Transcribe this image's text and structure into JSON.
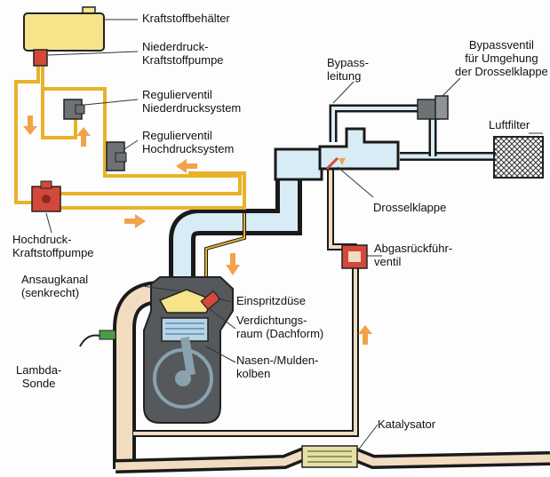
{
  "colors": {
    "fuel_line": "#e8b22a",
    "fuel_tank": "#f6e38a",
    "air_duct": "#d8ecf5",
    "duct_outline": "#1a1a1a",
    "exhaust": "#f2dcc0",
    "engine_block": "#55595c",
    "piston": "#b8d4e6",
    "pump_red": "#d3483a",
    "valve_gray": "#6d7275",
    "arrow_orange": "#f2a34a"
  },
  "icons": [
    "fuel-tank",
    "low-pressure-pump",
    "high-pressure-pump",
    "regulator-valve",
    "bypass-valve",
    "air-filter",
    "throttle-valve",
    "egr-valve",
    "injector",
    "lambda-sensor",
    "catalytic-converter",
    "flow-arrow"
  ],
  "labels": {
    "tank": "Kraftstoffbehälter",
    "low_pump": "Niederdruck-\nKraftstoffpumpe",
    "reg_low": "Regulierventil\nNiederdrucksystem",
    "reg_high": "Regulierventil\nHochdrucksystem",
    "high_pump": "Hochdruck-\nKraftstoffpumpe",
    "bypass_line": "Bypass-\nleitung",
    "bypass_valve": "Bypassventil\nfür Umgehung\nder Drosselklappe",
    "air_filter": "Luftfilter",
    "throttle": "Drosselklappe",
    "egr": "Abgasrückführ-\nventil",
    "intake": "Ansaugkanal\n(senkrecht)",
    "injector": "Einspritzdüse",
    "chamber": "Verdichtungs-\nraum (Dachform)",
    "piston": "Nasen-/Mulden-\nkolben",
    "lambda": "Lambda-\nSonde",
    "catalyst": "Katalysator"
  }
}
